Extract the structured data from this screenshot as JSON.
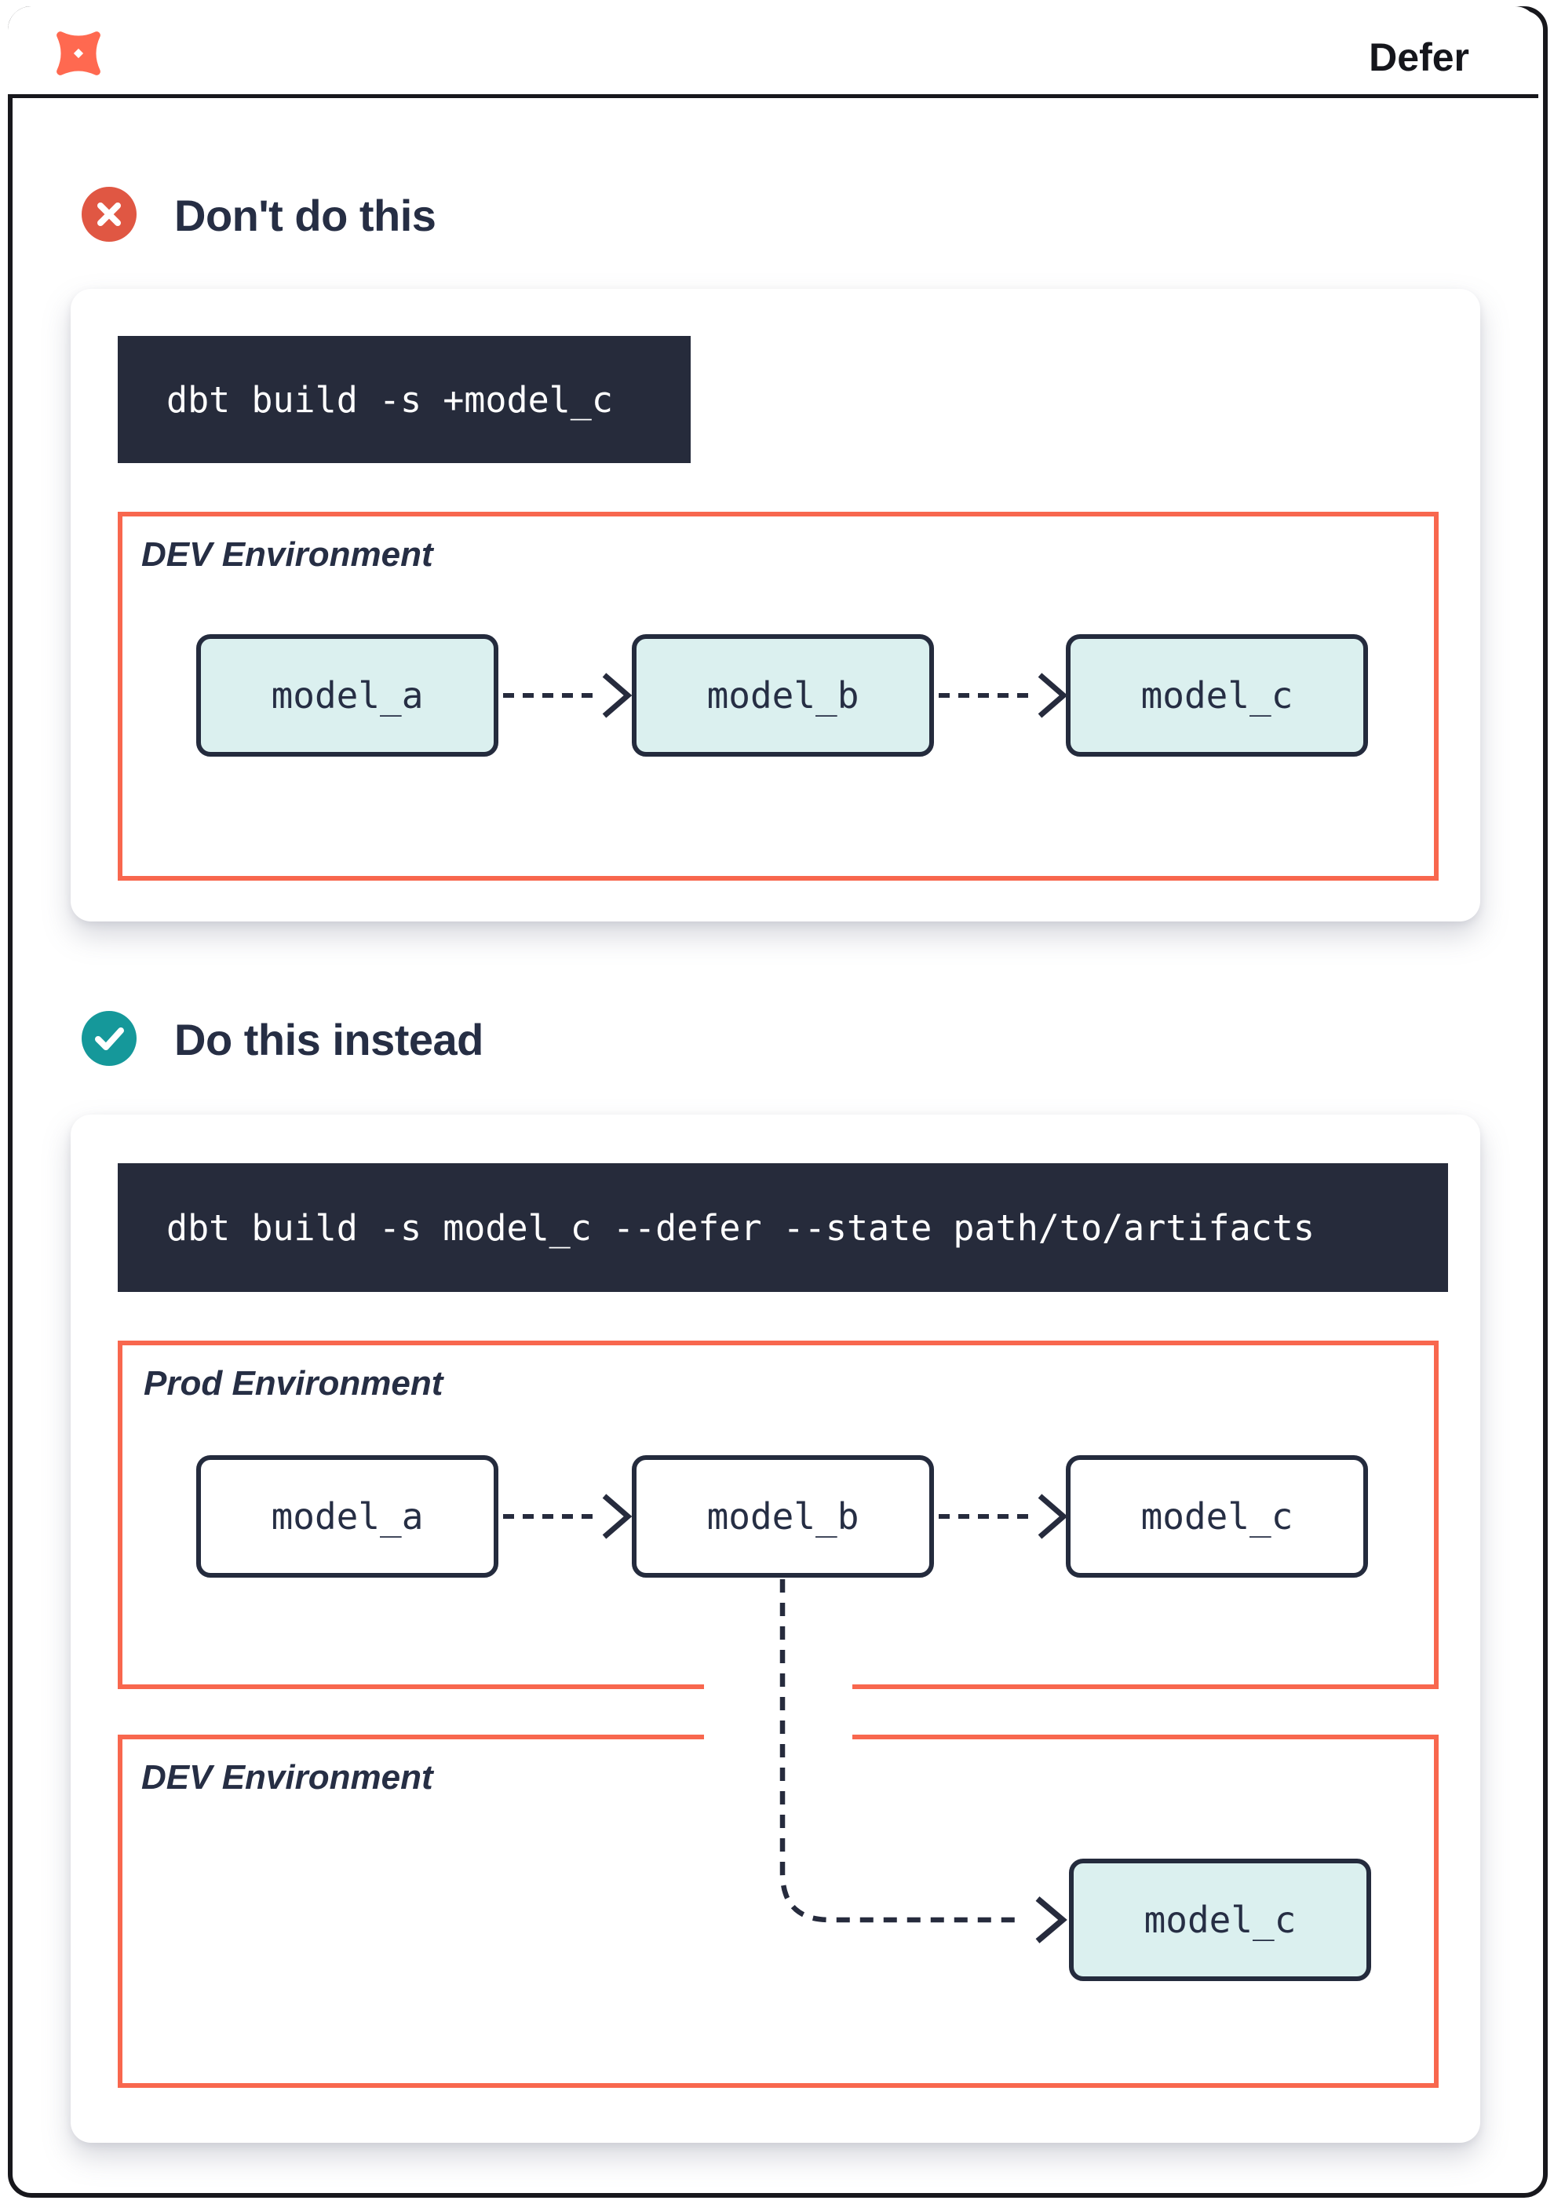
{
  "header": {
    "title": "Defer",
    "logo": "dbt-logo"
  },
  "sections": {
    "dont": {
      "badge_icon": "x-circle-icon",
      "heading": "Don't do this",
      "command": "dbt build -s +model_c",
      "environment": {
        "label": "DEV Environment",
        "models": [
          "model_a",
          "model_b",
          "model_c"
        ]
      }
    },
    "do": {
      "badge_icon": "check-circle-icon",
      "heading": "Do this instead",
      "command": "dbt build -s model_c --defer --state path/to/artifacts",
      "prod_environment": {
        "label": "Prod Environment",
        "models": [
          "model_a",
          "model_b",
          "model_c"
        ]
      },
      "dev_environment": {
        "label": "DEV Environment",
        "models": [
          "model_c"
        ]
      }
    }
  },
  "connections": {
    "dont_dev": [
      "model_a -> model_b",
      "model_b -> model_c"
    ],
    "do_prod": [
      "model_a -> model_b",
      "model_b -> model_c"
    ],
    "defer": "prod model_b -> dev model_c"
  },
  "colors": {
    "logo_orange": "#ff6950",
    "environment_border_orange": "#f8674e",
    "badge_red": "#e05743",
    "badge_teal": "#15989a",
    "navy_text_border": "#262b3d",
    "model_fill_teal": "#dbf0ef",
    "code_background": "#262b3b",
    "frame_black": "#17171c"
  }
}
